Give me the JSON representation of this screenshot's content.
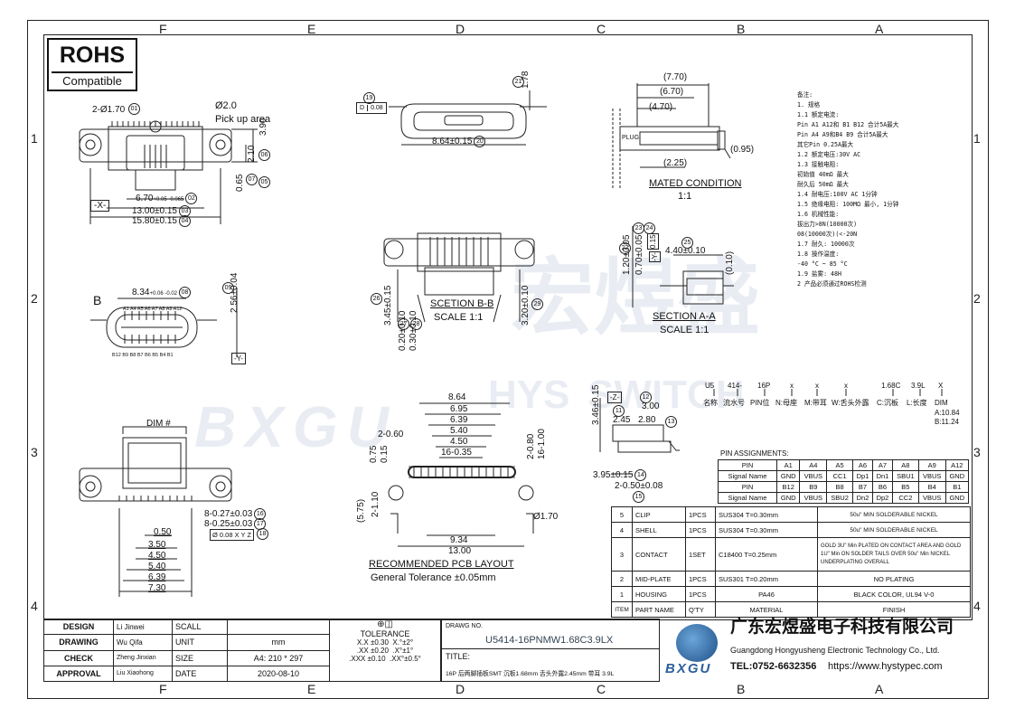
{
  "zones": {
    "top": [
      "F",
      "E",
      "D",
      "C",
      "B",
      "A"
    ],
    "side": [
      "1",
      "2",
      "3",
      "4"
    ]
  },
  "rohs": {
    "title": "ROHS",
    "subtitle": "Compatible"
  },
  "watermark": {
    "cn": "宏煜盛",
    "en1": "HYS",
    "en2": "SWITCH",
    "logo": "BXGU"
  },
  "top_view": {
    "holes": "2-Ø1.70",
    "pick_dia": "Ø2.0",
    "pick": "Pick up area",
    "d390": "3.90",
    "d210": "2.10",
    "d065": "0.65",
    "d670": "6.70",
    "tol670": "+0.05 -0.065",
    "d1300": "13.00±0.15",
    "d1580": "15.80±0.15",
    "datum_x": "-X-",
    "b01": "01",
    "b02": "02",
    "b03": "03",
    "b04": "04",
    "b05": "05",
    "b06": "06",
    "b07": "07",
    "b08": "08"
  },
  "front_top": {
    "d864": "8.64±0.15",
    "b20": "20",
    "b19": "19",
    "flat": "0.08",
    "datum_d": "D",
    "d178": "1.78",
    "b21": "21",
    "b22": "22"
  },
  "mated": {
    "d770": "(7.70)",
    "d670": "(6.70)",
    "d470": "(4.70)",
    "d225": "(2.25)",
    "d095": "(0.95)",
    "plug": "PLUG",
    "title": "MATED  CONDITION",
    "scale": "1:1"
  },
  "front_view": {
    "d834": "8.34",
    "tol834": "+0.06 -0.02",
    "b08": "08",
    "datum_b": "B",
    "d256": "2.56±0.04",
    "b09": "09",
    "datum_y": "-Y-",
    "top_pins": "A1 A4 A5 A6 A7 A8 A9 A12",
    "bot_pins": "B12 B9 B8 B7 B6 B5 B4 B1"
  },
  "section_bb": {
    "title": "SCETION  B-B",
    "scale": "SCALE  1:1",
    "d345": "3.45±0.15",
    "d020": "0.20±0.10",
    "d030": "0.30±0.10",
    "d320": "3.20±0.10",
    "b26": "26",
    "b27": "27",
    "b28": "28",
    "b29": "29"
  },
  "section_aa": {
    "title": "SECTION  A-A",
    "scale": "SCALE  1:1",
    "d120": "1.20±0.05",
    "d070": "0.70±0.05",
    "d015": "0.15",
    "d440": "4.40±0.10",
    "d010": "(0.10)",
    "datum_y": "-Y-",
    "b22": "22",
    "b23": "23",
    "b24": "24",
    "b25": "25"
  },
  "notes": [
    "备注:",
    "1. 规格",
    " 1.1 额定电流:",
    "     Pin A1 A12和 B1 B12   合计5A最大",
    "     Pin A4 A9和B4 B9    合计5A最大",
    "     其它Pin  0.25A最大",
    " 1.2 额定电压:30V AC",
    " 1.3 接触电阻:",
    "     初始值 40mΩ 最大",
    "     耐久后 50mΩ 最大",
    " 1.4 耐电压:100V AC 1分钟",
    " 1.5 绝缘电阻: 100MΩ 最小, 1分钟",
    " 1.6 机械性能:",
    "     拔出力>8N(10000次)",
    "     08(10000次)(<-20N",
    " 1.7 耐久: 10000次",
    " 1.8 操作温度:",
    "     -40 °C ~ 85 °C",
    " 1.9 盐雾: 48H",
    "2 产品必须通过ROHS检测"
  ],
  "part_code": {
    "codes": [
      "U5",
      "414-",
      "16P",
      "x",
      "x",
      "x",
      "1.68C",
      "3.9L",
      "X"
    ],
    "labels": [
      "名称",
      "流水号",
      "PIN位",
      "N:母座",
      "M:带耳",
      "W:舌头外露",
      "C:沉板",
      "L:长度",
      "DIM"
    ],
    "dim_a": "A:10.84",
    "dim_b": "B:11.24"
  },
  "bottom_view": {
    "dim": "DIM #",
    "d027": "8-0.27±0.03",
    "d025": "8-0.25±0.03",
    "b16": "16",
    "b17": "17",
    "tol": "Ø 0.08 X Y Z",
    "b18": "18",
    "d050": "0.50",
    "d350": "3.50",
    "d450": "4.50",
    "d540": "5.40",
    "d639": "6.39",
    "d730": "7.30"
  },
  "pcb": {
    "d864": "8.64",
    "d695": "6.95",
    "d639": "6.39",
    "d540": "5.40",
    "d450": "4.50",
    "d1635": "16-0.35",
    "d260": "2-0.60",
    "d075": "0.75",
    "d015": "0.15",
    "d280": "2-0.80",
    "d1600": "16-1.00",
    "d2110": "2-1.10",
    "d575": "(5.75)",
    "d934": "9.34",
    "d1300": "13.00",
    "d170": "Ø1.70",
    "title": "RECOMMENDED  PCB  LAYOUT",
    "tol": "General  Tolerance  ±0.05mm"
  },
  "side_view": {
    "datum_z": "-Z-",
    "b11": "11",
    "b12": "12",
    "b13": "13",
    "b14": "14",
    "b15": "15",
    "d346": "3.46±0.15",
    "d300": "3.00",
    "d245": "2.45",
    "d280": "2.80",
    "d395": "3.95±0.15",
    "d050": "2-0.50±0.08"
  },
  "pin_assign": {
    "title": "PIN ASSIGNMENTS:",
    "rows": [
      [
        "PIN",
        "A1",
        "A4",
        "A5",
        "A6",
        "A7",
        "A8",
        "A9",
        "A12"
      ],
      [
        "Signal Name",
        "GND",
        "VBUS",
        "CC1",
        "Dp1",
        "Dn1",
        "SBU1",
        "VBUS",
        "GND"
      ],
      [
        "PIN",
        "B12",
        "B9",
        "B8",
        "B7",
        "B6",
        "B5",
        "B4",
        "B1"
      ],
      [
        "Signal Name",
        "GND",
        "VBUS",
        "SBU2",
        "Dn2",
        "Dp2",
        "CC2",
        "VBUS",
        "GND"
      ]
    ]
  },
  "bom": {
    "rows": [
      [
        "5",
        "CLIP",
        "1PCS",
        "SUS304   T=0.30mm",
        "50u\" MIN SOLDERABLE NICKEL"
      ],
      [
        "4",
        "SHELL",
        "1PCS",
        "SUS304   T=0.30mm",
        "50u\" MIN SOLDERABLE NICKEL"
      ],
      [
        "3",
        "CONTACT",
        "1SET",
        "C18400   T=0.25mm",
        "GOLD 3U\" Min PLATED ON CONTACT AREA AND GOLD 1U\" Min ON SOLDER TAILS OVER 50u\" Min NICKEL UNDERPLATING OVERALL"
      ],
      [
        "2",
        "MID-PLATE",
        "1PCS",
        "SUS301   T=0.20mm",
        "NO PLATING"
      ],
      [
        "1",
        "HOUSING",
        "1PCS",
        "PA46",
        "BLACK COLOR, UL94 V-0"
      ]
    ],
    "header": [
      "ITEM",
      "PART NAME",
      "Q'TY",
      "MATERIAL",
      "FINISH"
    ]
  },
  "title_block": {
    "design": "DESIGN",
    "design_name": "Li Jinwei",
    "scall": "SCALL",
    "drawing": "DRAWING",
    "drawing_name": "Wu Qifa",
    "unit": "UNIT",
    "unit_val": "mm",
    "check": "CHECK",
    "check_name": "Zheng Jinxian",
    "size": "SIZE",
    "size_val": "A4: 210 * 297",
    "approval": "APPROVAL",
    "approval_name": "Liu Xiaohong",
    "date": "DATE",
    "date_val": "2020-08-10",
    "tolerance": "TOLERANCE",
    "tol_rows": [
      [
        "X.X",
        "±0.30",
        "X.°±2°"
      ],
      [
        ".XX",
        "±0.20",
        ".X°±1°"
      ],
      [
        ".XXX",
        "±0.10",
        ".XX°±0.5°"
      ]
    ],
    "drawing_no_label": "DRAWG NO.",
    "drawing_no": "U5414-16PNMW1.68C3.9LX",
    "title_label": "TITLE:",
    "title": "16P 后两脚插板SMT 沉板1.68mm 舌头外露2.45mm 带耳 3.9L",
    "company_cn": "广东宏煜盛电子科技有限公司",
    "company_en": "Guangdong Hongyusheng Electronic Technology Co., Ltd.",
    "tel": "TEL:0752-6632356",
    "web": "https://www.hystypec.com",
    "logo": "BXGU"
  }
}
